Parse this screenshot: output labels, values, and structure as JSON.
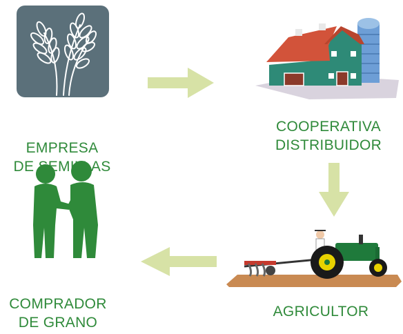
{
  "nodes": {
    "seed_company": {
      "line1": "EMPRESA",
      "line2": "DE SEMILLAS"
    },
    "cooperative": {
      "line1": "COOPERATIVA",
      "line2": "DISTRIBUIDOR"
    },
    "farmer": {
      "line1": "AGRICULTOR"
    },
    "grain_buyer": {
      "line1": "COMPRADOR",
      "line2": "DE GRANO"
    }
  },
  "colors": {
    "label_green": "#2f8a3a",
    "arrow": "#d7e2a6",
    "wheat_tile": "#5b707a",
    "silhouette": "#2f8a3a",
    "barn_roof": "#d2533a",
    "barn_wall": "#2e8a77",
    "tractor_body": "#1f7a3b"
  },
  "icons": [
    "wheat-icon",
    "barn-icon",
    "tractor-icon",
    "handshake-icon"
  ]
}
